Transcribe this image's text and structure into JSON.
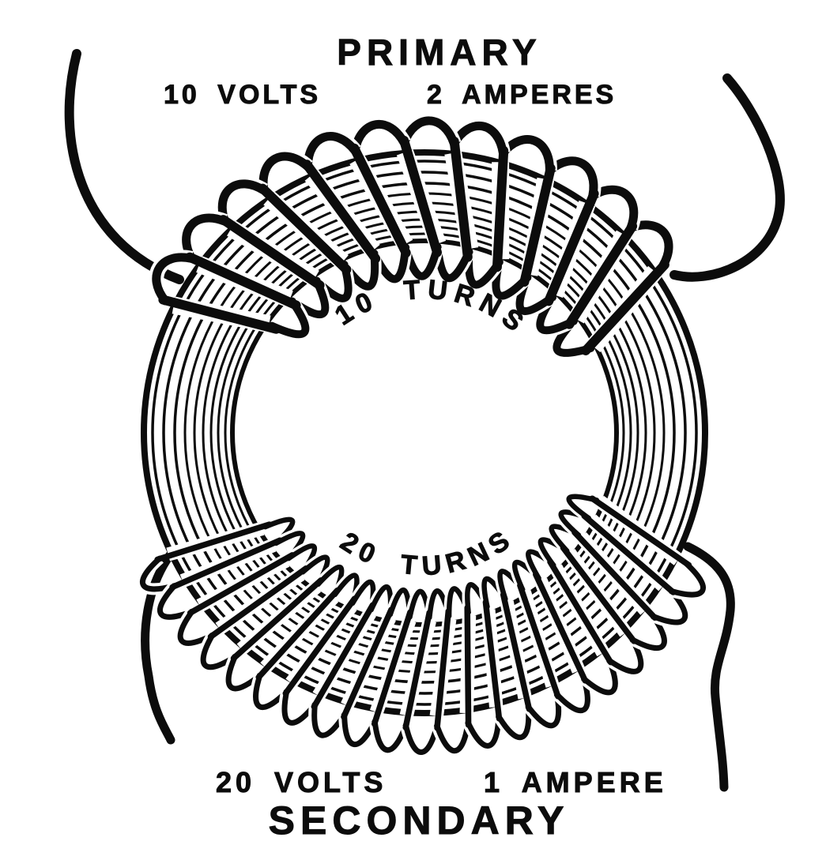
{
  "diagram": {
    "title_top": "PRIMARY",
    "title_bottom": "SECONDARY",
    "primary": {
      "volts": "10 VOLTS",
      "amperes": "2 AMPERES",
      "turns": "10 TURNS"
    },
    "secondary": {
      "volts": "20 VOLTS",
      "amperes": "1 AMPERE",
      "turns": "20 TURNS"
    },
    "colors": {
      "ink": "#0c0c0c",
      "paper": "#ffffff"
    }
  }
}
